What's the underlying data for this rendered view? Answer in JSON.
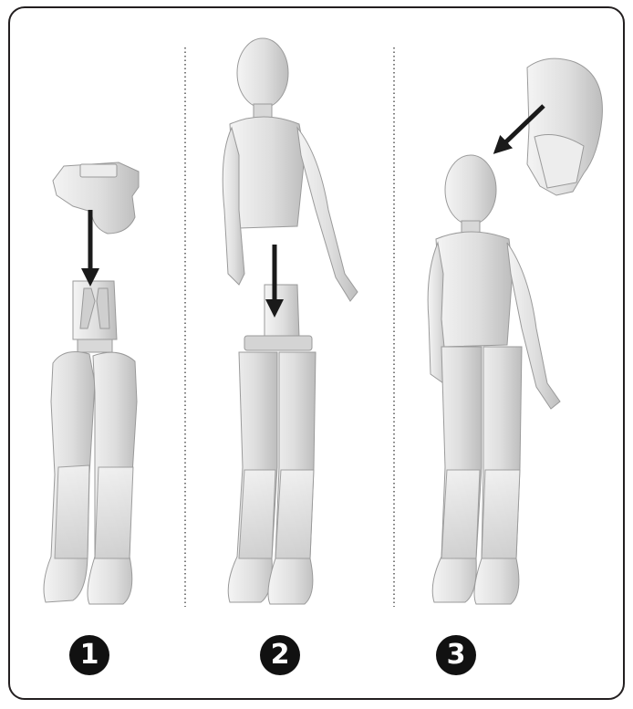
{
  "steps": [
    {
      "number": "1"
    },
    {
      "number": "2"
    },
    {
      "number": "3"
    }
  ],
  "colors": {
    "frame": "#231f20",
    "arrow": "#1a1a1a",
    "divider": "#555555",
    "figure_fill": "#e4e4e4",
    "figure_stroke": "#9a9a9a"
  }
}
